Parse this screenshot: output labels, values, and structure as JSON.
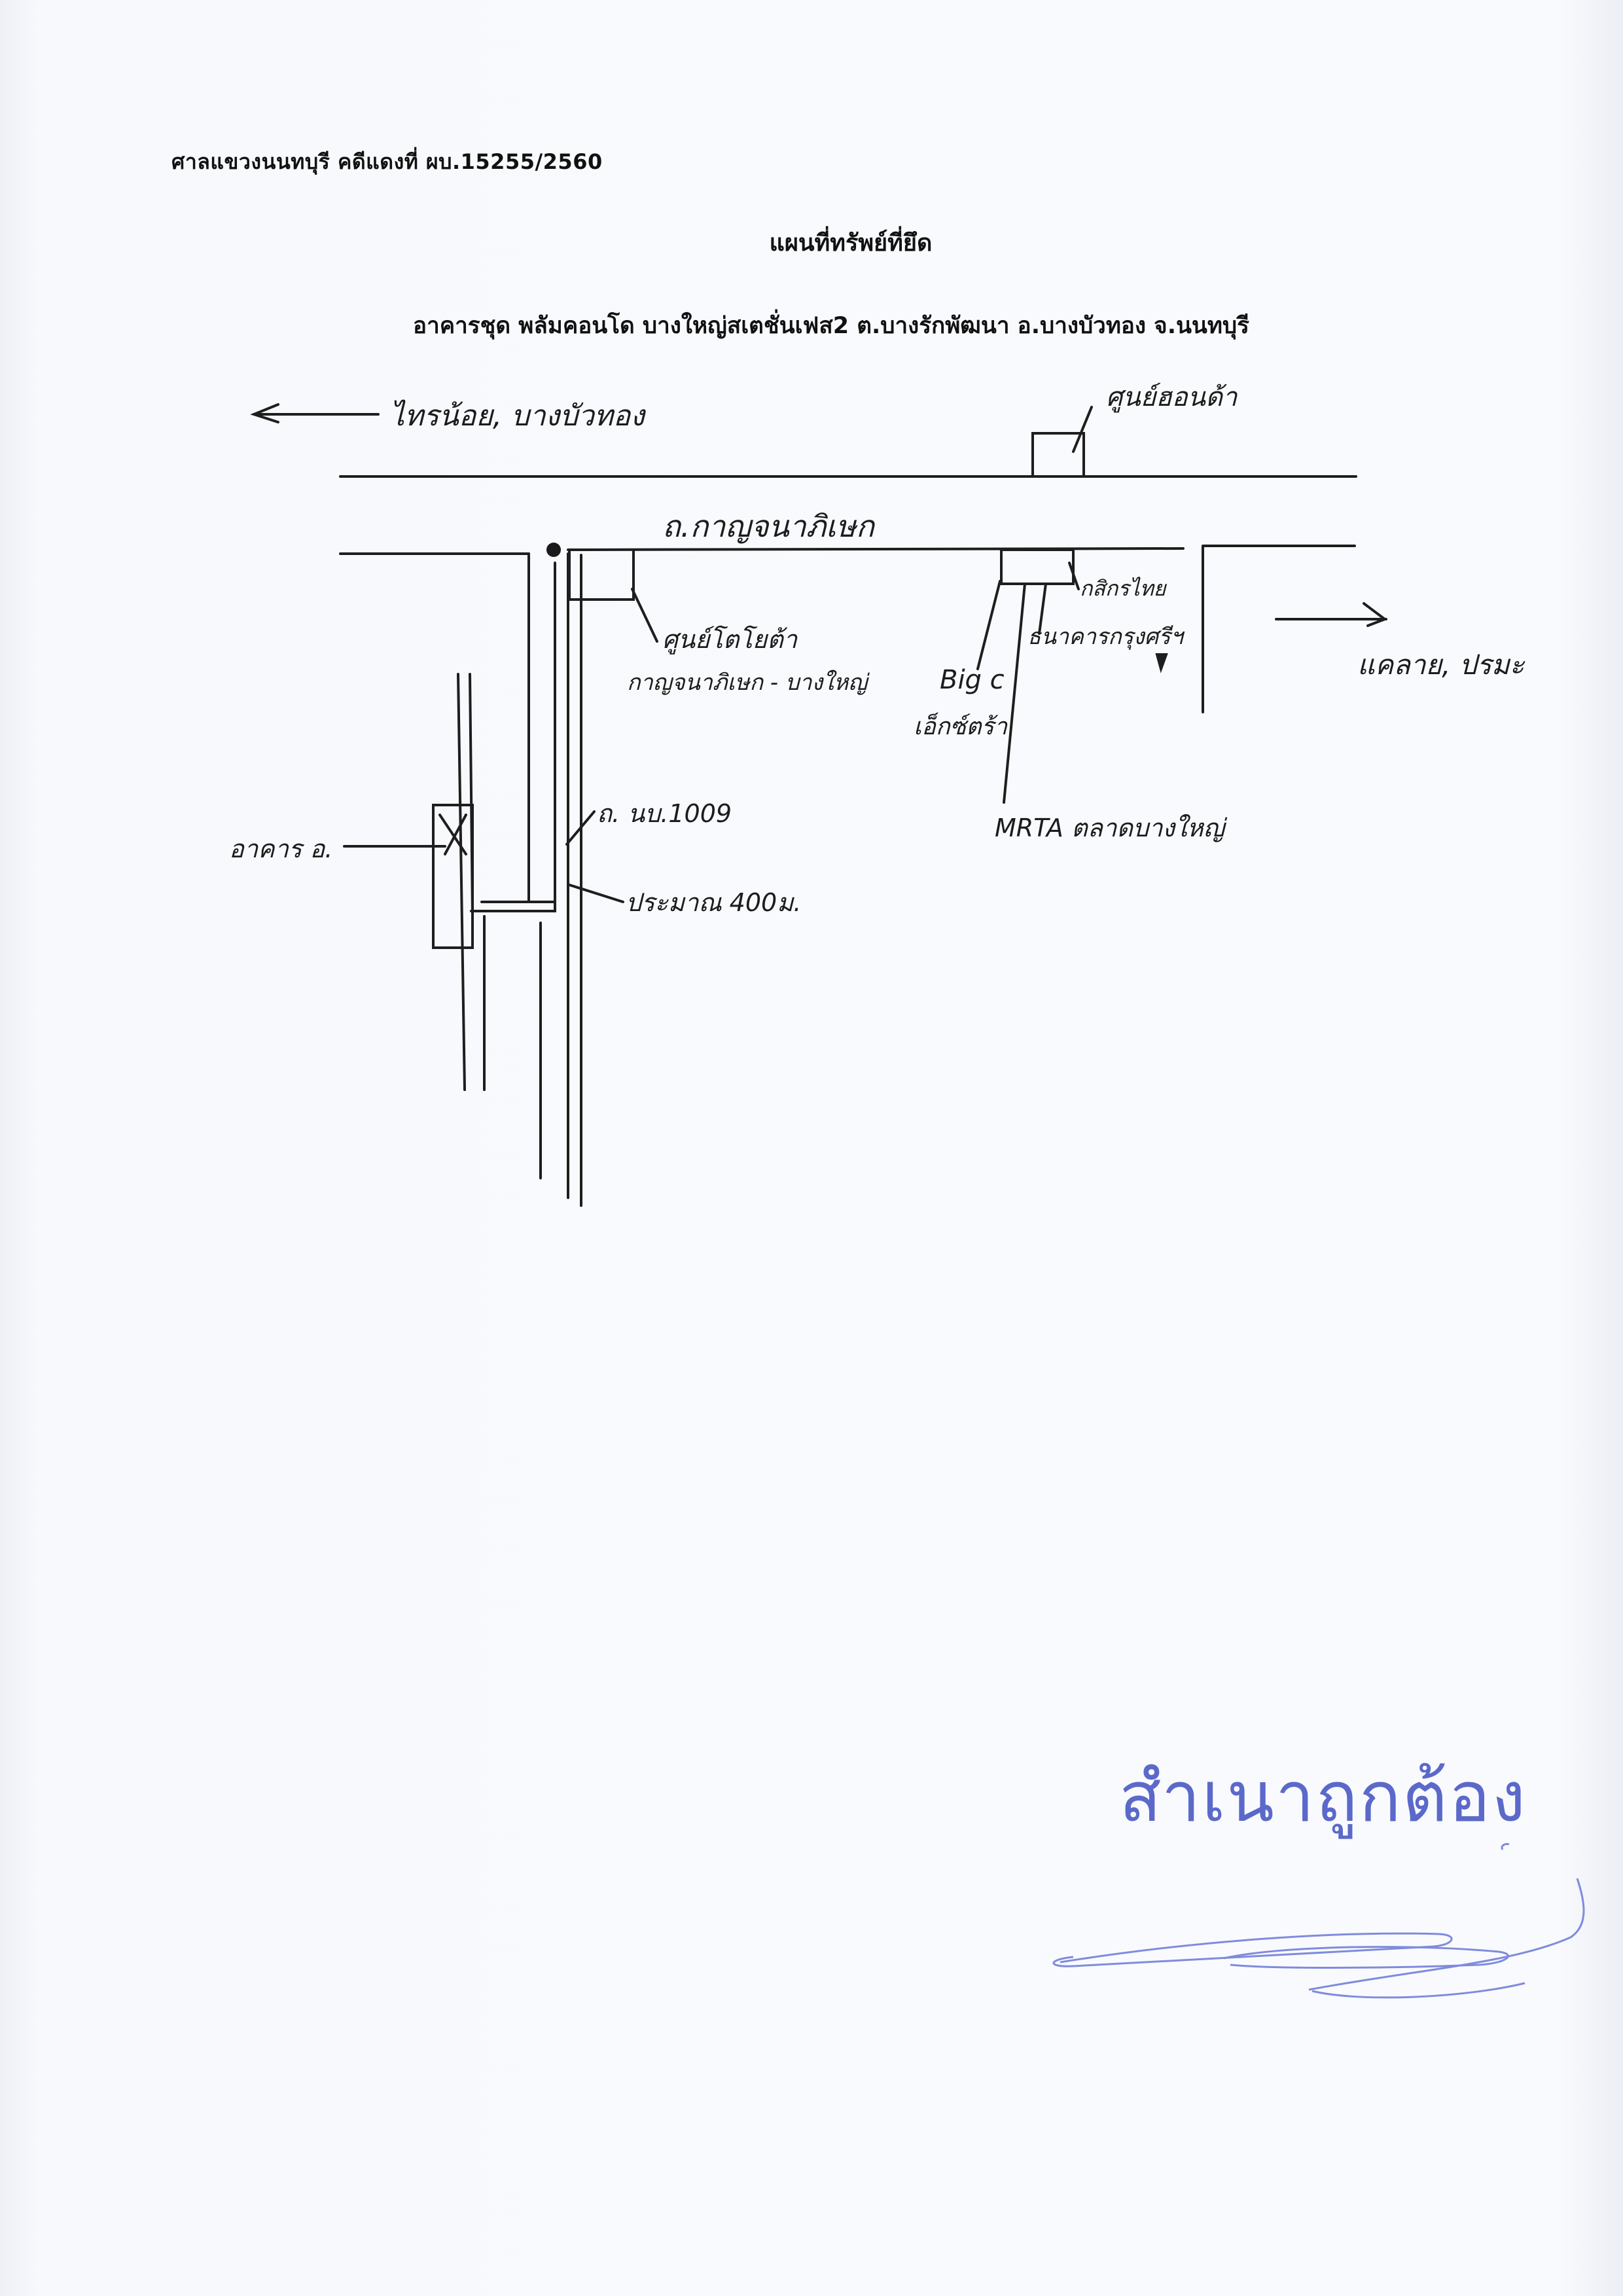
{
  "document": {
    "case_header": "ศาลแขวงนนทบุรี คดีแดงที่ ผบ.15255/2560",
    "title": "แผนที่ทรัพย์ที่ยึด",
    "property": "อาคารชุด พลัมคอนโด บางใหญ่สเตชั่นเฟส2 ต.บางรักพัฒนา อ.บางบัวทอง จ.นนทบุรี"
  },
  "sketch_labels": {
    "to_west": "ไทรน้อย, บางบัวทอง",
    "honda_center": "ศูนย์ฮอนด้า",
    "main_road": "ถ.กาญจนาภิเษก",
    "toyota_center_1": "ศูนย์โตโยต้า",
    "toyota_center_2": "กาญจนาภิเษก - บางใหญ่",
    "to_east": "แคลาย, ปรมะ",
    "kasikorn": "กสิกรไทย",
    "bangkok_bank": "ธนาคารกรุงศรีฯ",
    "big_c_1": "Big c",
    "big_c_2": "เอ็กซ์ตร้า",
    "soi": "ถ. นบ.1009",
    "building": "อาคาร อ.",
    "distance": "ประมาณ 400ม.",
    "mrt": "MRTA ตลาดบางใหญ่"
  },
  "stamp": {
    "certified_copy": "สำเนาถูกต้อง",
    "ink_color": "#4e5dc6"
  }
}
